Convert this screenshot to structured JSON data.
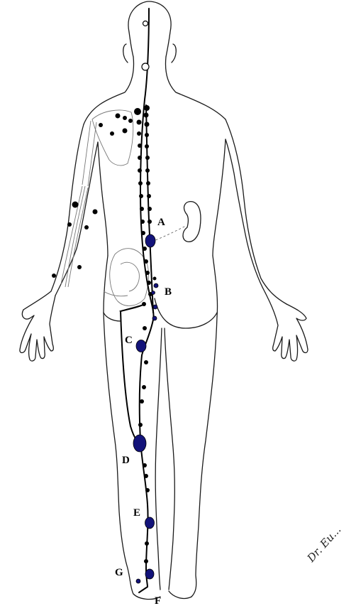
{
  "diagram": {
    "labels": {
      "A": "A",
      "B": "B",
      "C": "C",
      "D": "D",
      "E": "E",
      "F": "F",
      "G": "G"
    },
    "signature": "Dr. Eu..."
  },
  "colors": {
    "outline": "#1a1a1a",
    "meridian": "#000000",
    "highlight_point": "#13137a"
  }
}
